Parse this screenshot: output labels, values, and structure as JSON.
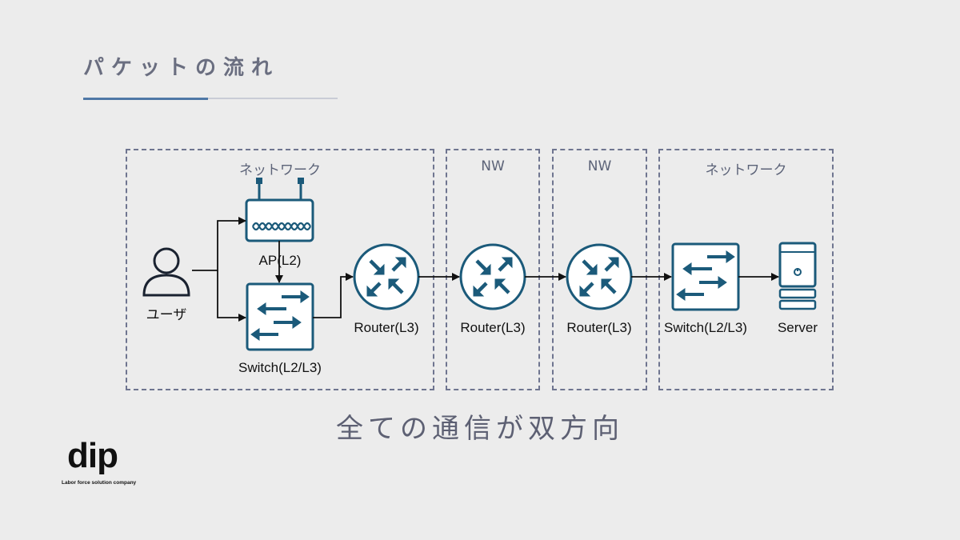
{
  "title": "パケットの流れ",
  "zones": [
    {
      "id": "zone-network-left",
      "label": "ネットワーク"
    },
    {
      "id": "zone-nw-1",
      "label": "NW"
    },
    {
      "id": "zone-nw-2",
      "label": "NW"
    },
    {
      "id": "zone-network-right",
      "label": "ネットワーク"
    }
  ],
  "devices": {
    "user": "ユーザ",
    "ap": "AP(L2)",
    "switch_left": "Switch(L2/L3)",
    "router_1": "Router(L3)",
    "router_2": "Router(L3)",
    "router_3": "Router(L3)",
    "switch_right": "Switch(L2/L3)",
    "server": "Server"
  },
  "caption": "全ての通信が双方向",
  "logo": {
    "name": "dip",
    "tagline": "Labor force solution company"
  },
  "colors": {
    "device": "#1b5a7a",
    "accent": "#4f78a6",
    "text": "#5d6073"
  }
}
